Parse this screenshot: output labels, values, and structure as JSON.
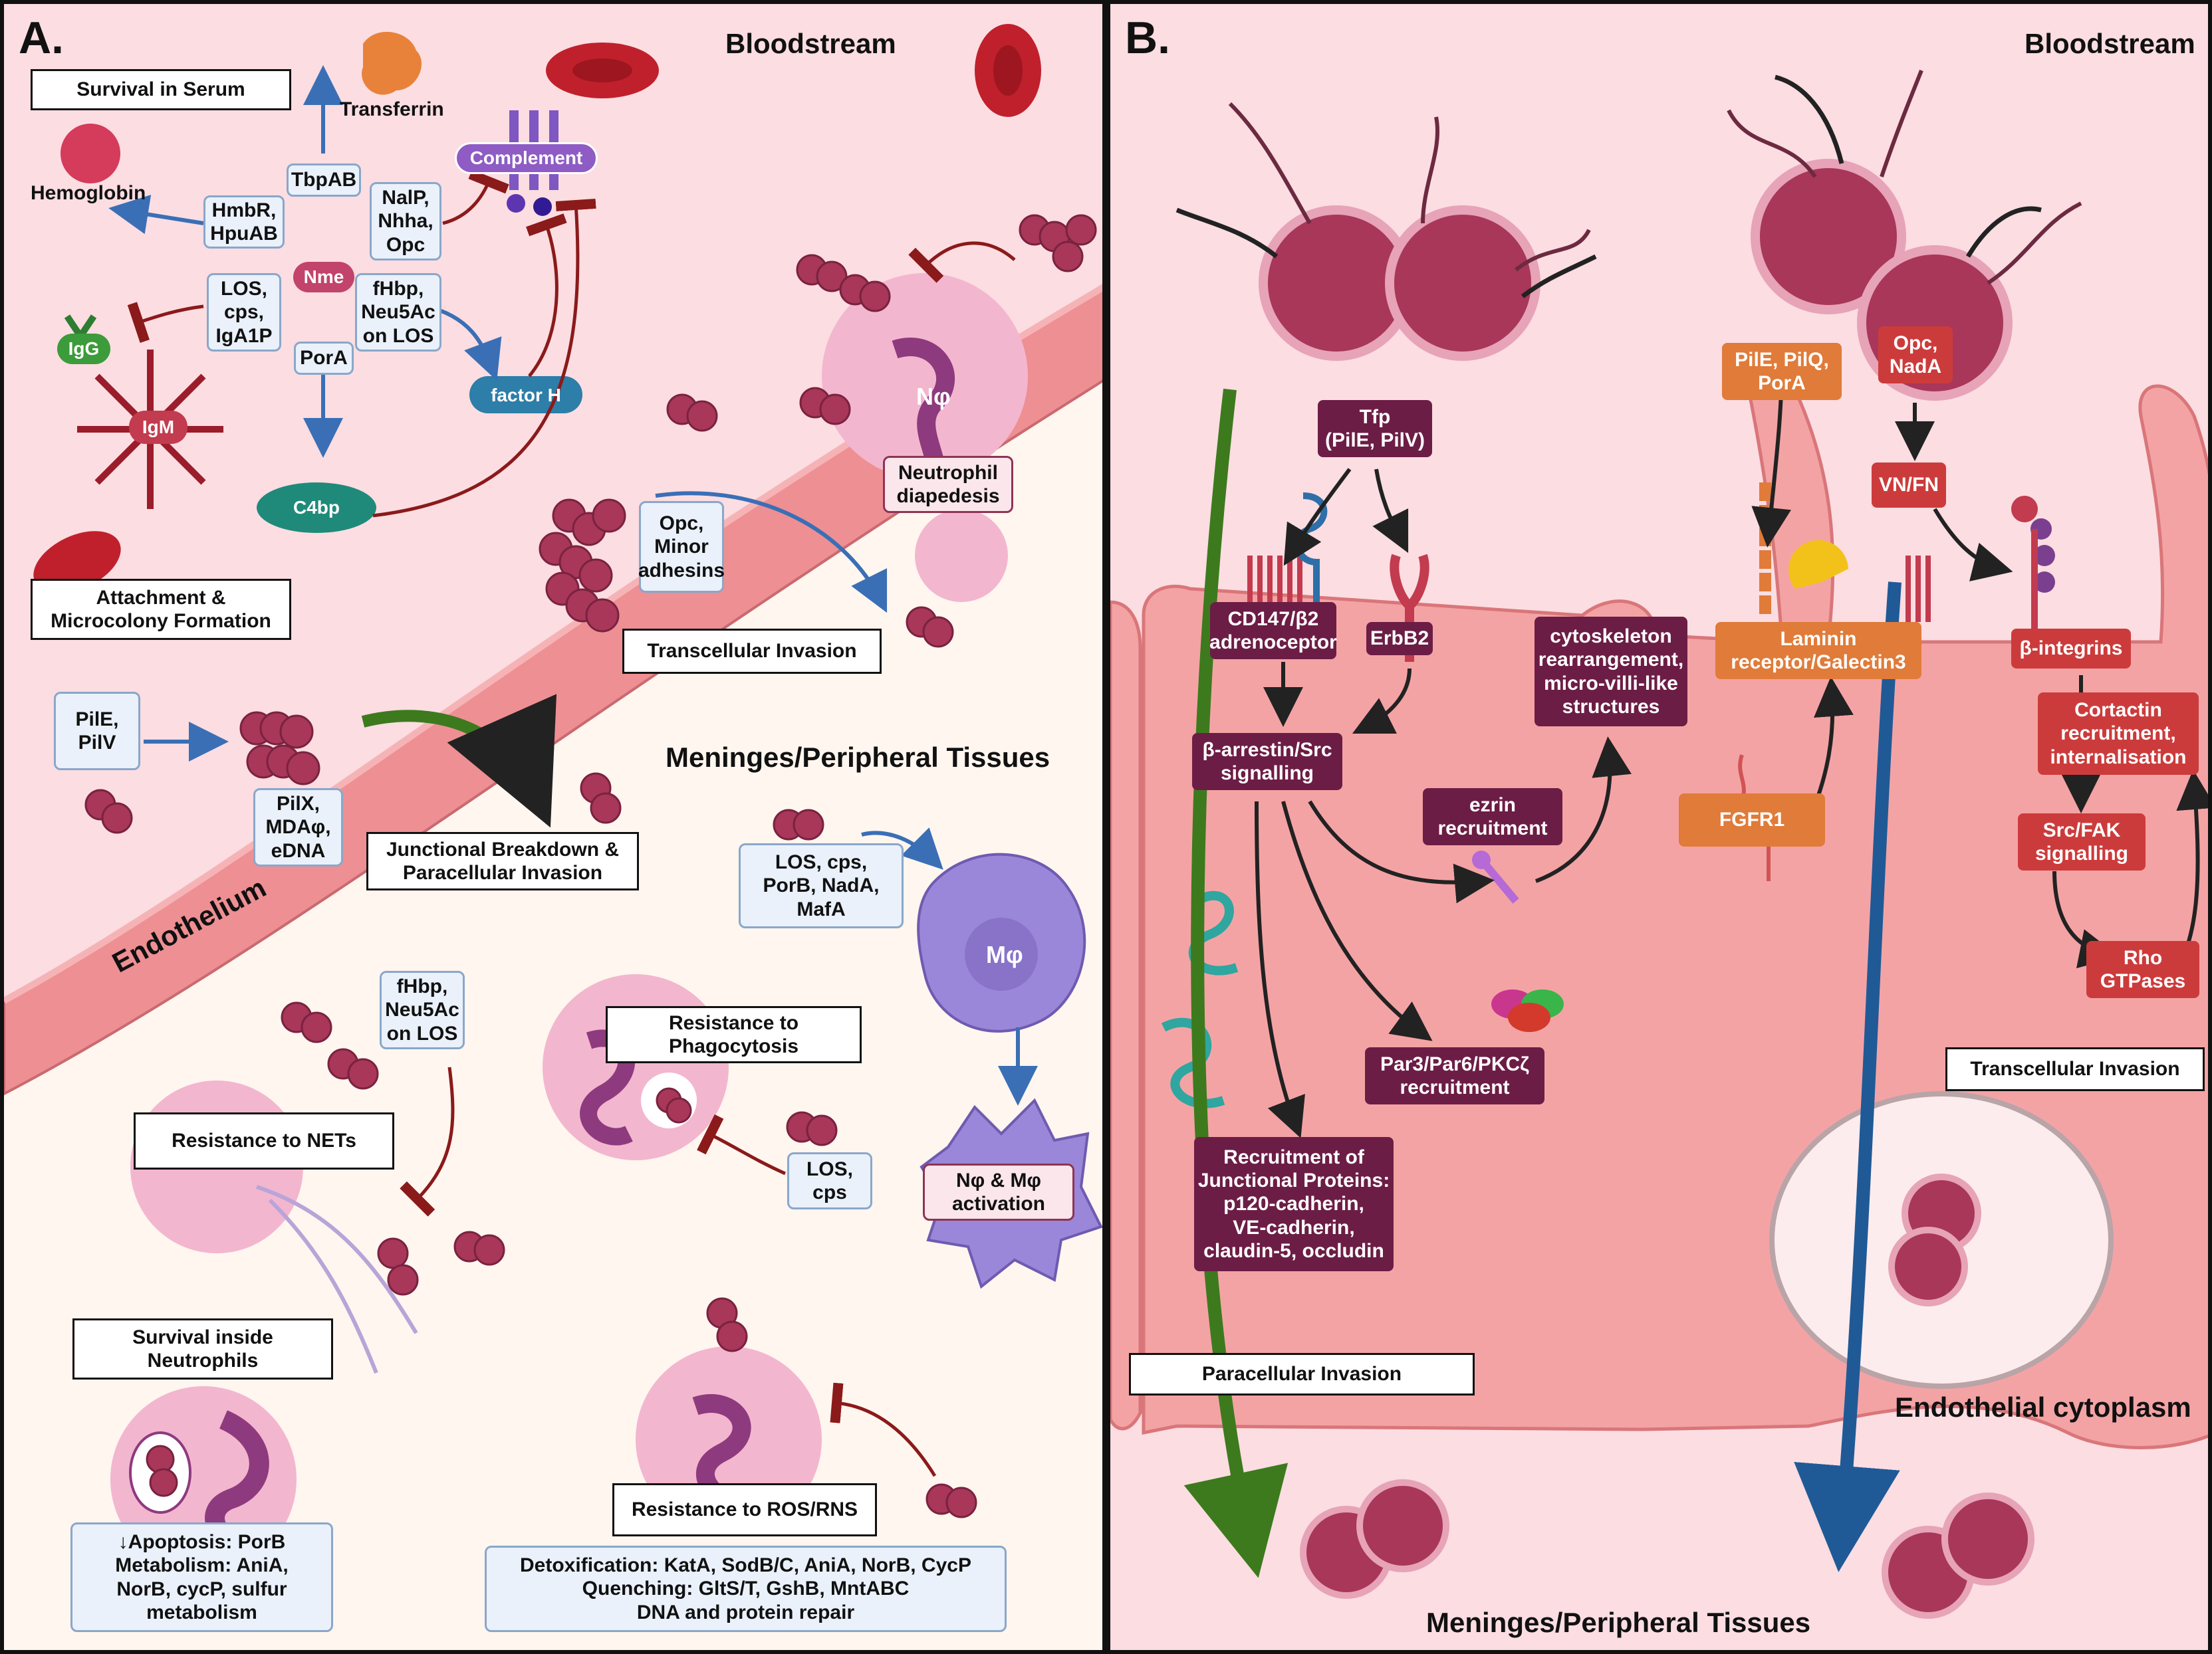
{
  "colors": {
    "bloodstream": "#fbdde2",
    "tissue": "#fff6ef",
    "endothelium": "#ee8f93",
    "bacteria": "#a8375a",
    "neutrophil": "#f3b6cf",
    "macrophage": "#9a87d9",
    "box_purple": "#6c1d45",
    "box_orange": "#e07b39",
    "box_red": "#cc3b3b",
    "arrow_blue": "#3a6fb6",
    "arrow_green": "#3d7a1e",
    "inhibit_red": "#8b1a1a"
  },
  "panel_a": {
    "letter": "A.",
    "bloodstream": "Bloodstream",
    "tissues": "Meninges/Peripheral Tissues",
    "endothelium": "Endothelium",
    "titles": {
      "survival_serum": "Survival in Serum",
      "attachment": "Attachment &\nMicrocolony Formation",
      "transcellular": "Transcellular Invasion",
      "junctional": "Junctional Breakdown &\nParacellular Invasion",
      "phagocytosis": "Resistance to\nPhagocytosis",
      "nets": "Resistance to NETs",
      "survival_neutrophils": "Survival inside\nNeutrophils",
      "ros": "Resistance to ROS/RNS"
    },
    "labels": {
      "transferrin": "Transferrin",
      "hemoglobin": "Hemoglobin",
      "complement": "Complement",
      "nme": "Nme",
      "igg": "IgG",
      "igm": "IgM",
      "factor_h": "factor H",
      "c4bp": "C4bp",
      "neutrophil": "Nφ",
      "macrophage": "Mφ"
    },
    "boxes": {
      "tbpab": "TbpAB",
      "hmbr": "HmbR,\nHpuAB",
      "nalp": "NalP,\nNhha,\nOpc",
      "los_cps_iga": "LOS,\ncps,\nIgA1P",
      "fhbp_neu": "fHbp,\nNeu5Ac\non LOS",
      "pora": "PorA",
      "opc_minor": "Opc,\nMinor\nadhesins",
      "diapedesis": "Neutrophil\ndiapedesis",
      "pile_pilv": "PilE,\nPilV",
      "pilx": "PilX,\nMDAφ,\neDNA",
      "los_mafa": "LOS, cps,\nPorB, NadA,\nMafA",
      "fhbp2": "fHbp,\nNeu5Ac\non LOS",
      "los_cps": "LOS,\ncps",
      "activation": "Nφ & Mφ\nactivation",
      "apoptosis": "↓Apoptosis: PorB\nMetabolism: AniA,\nNorB, cycP, sulfur\nmetabolism",
      "detox": "Detoxification: KatA, SodB/C, AniA, NorB, CycP\nQuenching: GltS/T, GshB, MntABC\nDNA and protein repair"
    }
  },
  "panel_b": {
    "letter": "B.",
    "bloodstream": "Bloodstream",
    "tissues": "Meninges/Peripheral Tissues",
    "cytoplasm": "Endothelial cytoplasm",
    "boxes": {
      "tfp": "Tfp\n(PilE, PilV)",
      "cd147": "CD147/β2\nadrenoceptor",
      "erbb2": "ErbB2",
      "arrestin": "β-arrestin/Src\nsignalling",
      "cytoskeleton": "cytoskeleton\nrearrangement,\nmicro-villi-like\nstructures",
      "ezrin": "ezrin\nrecruitment",
      "par3": "Par3/Par6/PKCζ\nrecruitment",
      "junctional": "Recruitment of\nJunctional Proteins:\np120-cadherin,\nVE-cadherin,\nclaudin-5, occludin",
      "pile_pilq": "PilE, PilQ,\nPorA",
      "opc_nada": "Opc,\nNadA",
      "vn_fn": "VN/FN",
      "laminin": "Laminin\nreceptor/Galectin3",
      "fgfr1": "FGFR1",
      "integrins": "β-integrins",
      "cortactin": "Cortactin\nrecruitment,\ninternalisation",
      "src_fak": "Src/FAK\nsignalling",
      "rho": "Rho\nGTPases",
      "transcellular": "Transcellular Invasion",
      "paracellular": "Paracellular Invasion"
    }
  }
}
